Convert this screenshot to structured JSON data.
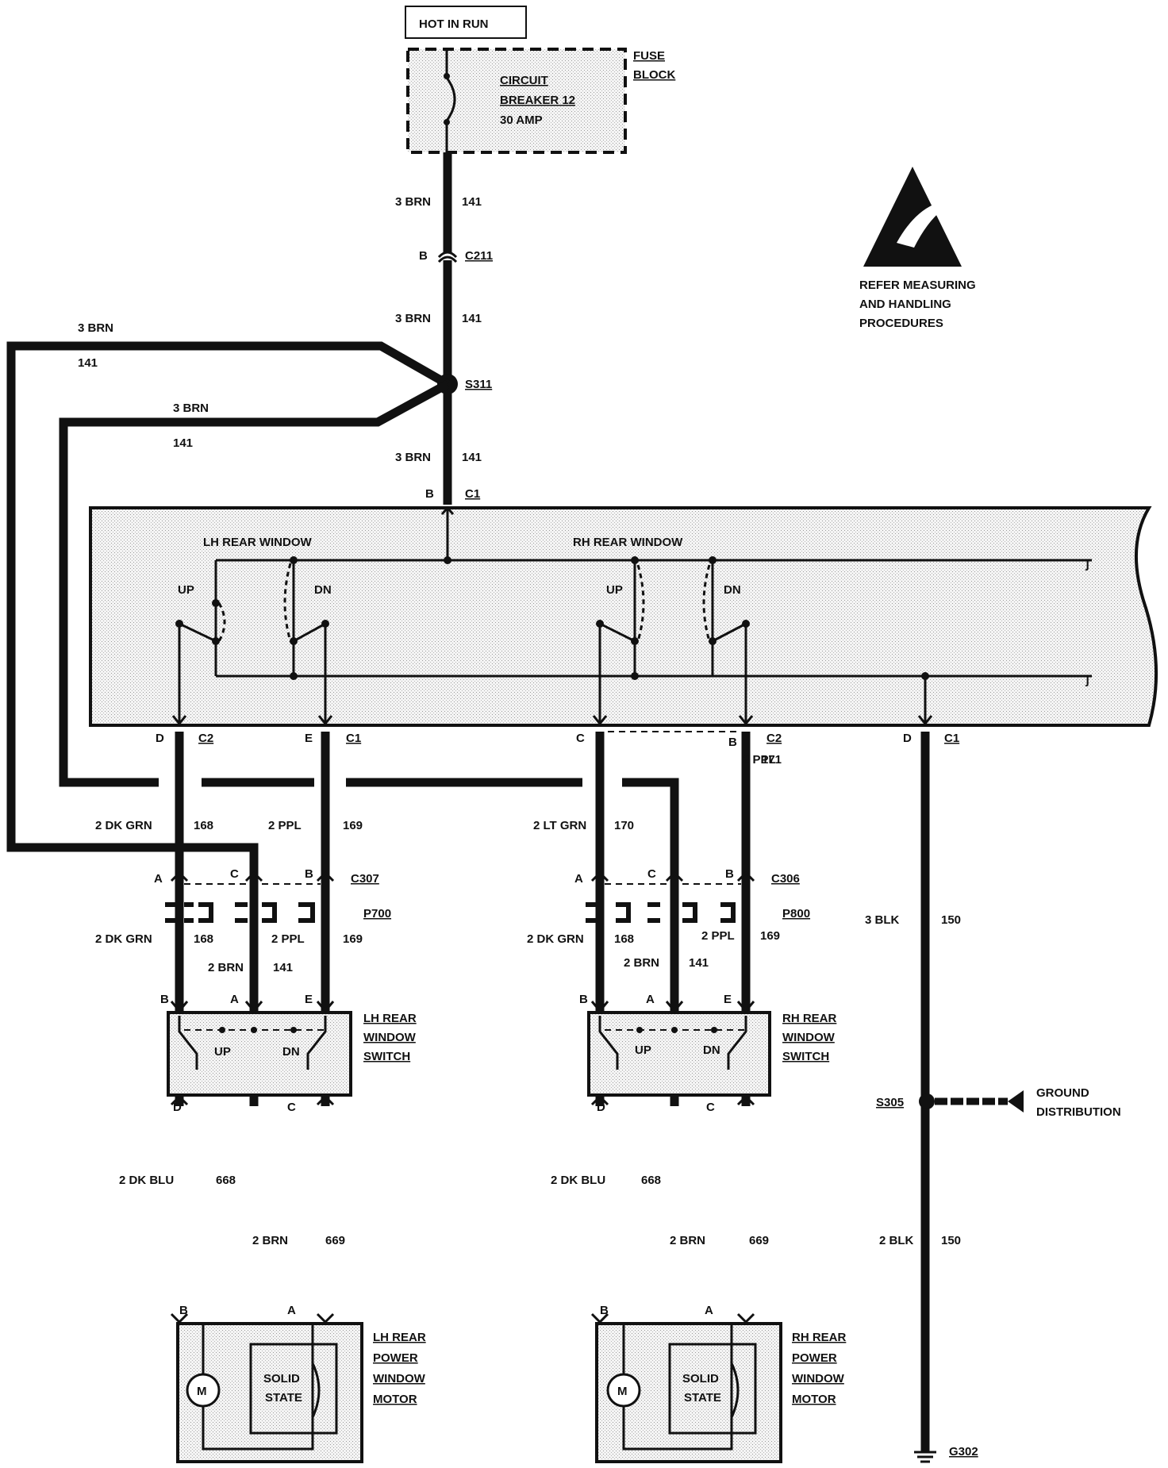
{
  "header": {
    "hot_in_run": "HOT IN RUN",
    "fuse_block": [
      "FUSE",
      "BLOCK"
    ],
    "circuit_breaker": [
      "CIRCUIT",
      "BREAKER 12",
      "30 AMP"
    ]
  },
  "esd_warning": [
    "REFER MEASURING",
    "AND HANDLING",
    "PROCEDURES"
  ],
  "wires": {
    "brn3": "3 BRN",
    "c141": "141",
    "dkgrn2": "2 DK GRN",
    "c168": "168",
    "ppl2": "2 PPL",
    "c169": "169",
    "ltgrn2": "2 LT GRN",
    "c170": "170",
    "c171": "171",
    "brn2": "2 BRN",
    "blk3": "3 BLK",
    "c150": "150",
    "blk2": "2 BLK",
    "dkblu2": "2 DK BLU",
    "c668": "668",
    "c669": "669"
  },
  "connectors": {
    "c211": "C211",
    "s311": "S311",
    "c1": "C1",
    "c2": "C2",
    "c307": "C307",
    "c306": "C306",
    "p700": "P700",
    "p800": "P800",
    "s305": "S305",
    "g302": "G302"
  },
  "pins": {
    "a": "A",
    "b": "B",
    "c": "C",
    "d": "D",
    "e": "E"
  },
  "master_switch": {
    "lh_label": "LH  REAR WINDOW",
    "rh_label": "RH  REAR  WINDOW",
    "up": "UP",
    "dn": "DN"
  },
  "lh_switch": [
    "LH REAR",
    "WINDOW",
    "SWITCH"
  ],
  "rh_switch": [
    "RH REAR",
    "WINDOW",
    "SWITCH"
  ],
  "lh_motor": [
    "LH REAR",
    "POWER",
    "WINDOW",
    "MOTOR"
  ],
  "rh_motor": [
    "RH REAR",
    "POWER",
    "WINDOW",
    "MOTOR"
  ],
  "motor": {
    "m": "M",
    "solid_state": [
      "SOLID",
      "STATE"
    ]
  },
  "ground": [
    "GROUND",
    "DISTRIBUTION"
  ]
}
